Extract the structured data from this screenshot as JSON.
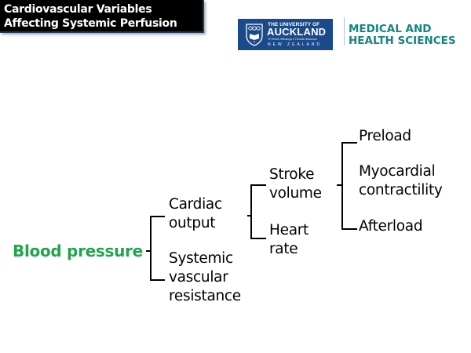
{
  "header": {
    "title_lines": [
      "Cardiovascular Variables",
      "Affecting Systemic Perfusion"
    ],
    "logo": {
      "line1": "THE UNIVERSITY OF",
      "line2": "AUCKLAND",
      "line3": "Te Whare Wānanga o Tāmaki Makaurau",
      "line4": "NEW ZEALAND",
      "icon": "university-crest-icon",
      "background": "#1a4a8a"
    },
    "faculty_lines": [
      "MEDICAL AND",
      "HEALTH SCIENCES"
    ],
    "faculty_color": "#148580"
  },
  "diagram": {
    "root": {
      "label": "Blood pressure",
      "color": "#1fa64c"
    },
    "level1": [
      {
        "lines": [
          "Cardiac",
          "output"
        ]
      },
      {
        "lines": [
          "Systemic",
          "vascular",
          "resistance"
        ]
      }
    ],
    "level2": [
      {
        "lines": [
          "Stroke",
          "volume"
        ]
      },
      {
        "lines": [
          "Heart",
          "rate"
        ]
      }
    ],
    "level3": [
      {
        "lines": [
          "Preload"
        ]
      },
      {
        "lines": [
          "Myocardial",
          "contractility"
        ]
      },
      {
        "lines": [
          "Afterload"
        ]
      }
    ]
  }
}
